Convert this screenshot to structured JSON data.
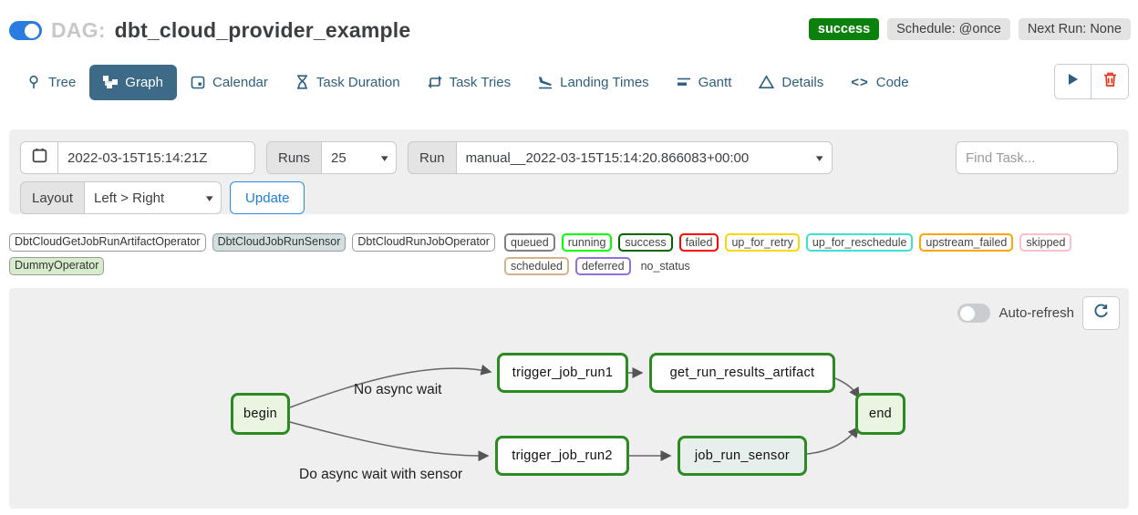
{
  "header": {
    "pause_toggle": "on",
    "dag_label": "DAG:",
    "dag_name": "dbt_cloud_provider_example",
    "status_badge": "success",
    "schedule_badge": "Schedule: @once",
    "next_run_badge": "Next Run: None"
  },
  "tabs": [
    {
      "label": "Tree",
      "active": false
    },
    {
      "label": "Graph",
      "active": true
    },
    {
      "label": "Calendar",
      "active": false
    },
    {
      "label": "Task Duration",
      "active": false
    },
    {
      "label": "Task Tries",
      "active": false
    },
    {
      "label": "Landing Times",
      "active": false
    },
    {
      "label": "Gantt",
      "active": false
    },
    {
      "label": "Details",
      "active": false
    },
    {
      "label": "Code",
      "active": false
    }
  ],
  "toolbar": {
    "play_icon": "trigger-dag",
    "delete_icon": "delete-dag"
  },
  "filters": {
    "base_date_value": "2022-03-15T15:14:21Z",
    "runs_label": "Runs",
    "runs_value": "25",
    "run_label": "Run",
    "run_value": "manual__2022-03-15T15:14:20.866083+00:00",
    "find_task_placeholder": "Find Task...",
    "layout_label": "Layout",
    "layout_value": "Left > Right",
    "update_label": "Update"
  },
  "legend": {
    "operators": [
      {
        "label": "DbtCloudGetJobRunArtifactOperator",
        "fill": "#ffffff"
      },
      {
        "label": "DbtCloudJobRunSensor",
        "fill": "#d3dfdf"
      },
      {
        "label": "DbtCloudRunJobOperator",
        "fill": "#ffffff"
      },
      {
        "label": "DummyOperator",
        "fill": "#d7eccd"
      }
    ],
    "statuses": [
      {
        "label": "queued",
        "color": "#808080"
      },
      {
        "label": "running",
        "color": "#00ff00"
      },
      {
        "label": "success",
        "color": "#006400"
      },
      {
        "label": "failed",
        "color": "#ff0000"
      },
      {
        "label": "up_for_retry",
        "color": "#ffd700"
      },
      {
        "label": "up_for_reschedule",
        "color": "#40e0d0"
      },
      {
        "label": "upstream_failed",
        "color": "#ffa500"
      },
      {
        "label": "skipped",
        "color": "#f8c0cb"
      },
      {
        "label": "scheduled",
        "color": "#d2b48c"
      },
      {
        "label": "deferred",
        "color": "#9370db"
      }
    ],
    "no_status_label": "no_status"
  },
  "graph": {
    "auto_refresh_label": "Auto-refresh",
    "auto_refresh_on": false,
    "nodes": [
      {
        "label": "begin",
        "state": "success"
      },
      {
        "label": "trigger_job_run1",
        "state": "none"
      },
      {
        "label": "get_run_results_artifact",
        "state": "none"
      },
      {
        "label": "end",
        "state": "success"
      },
      {
        "label": "trigger_job_run2",
        "state": "none"
      },
      {
        "label": "job_run_sensor",
        "state": "sensor"
      }
    ],
    "edge_labels": [
      {
        "label": "No async wait"
      },
      {
        "label": "Do async wait with sensor"
      }
    ]
  },
  "colors": {
    "accent_blue": "#2b7ce0",
    "tab_active_bg": "#3d6a87",
    "success_badge": "#0c800c",
    "node_border_green": "#2b8a22",
    "node_fill_green": "#e9f5e1",
    "node_fill_sensor": "#e7efed",
    "panel_gray": "#efefef",
    "trash_red": "#e43921"
  }
}
